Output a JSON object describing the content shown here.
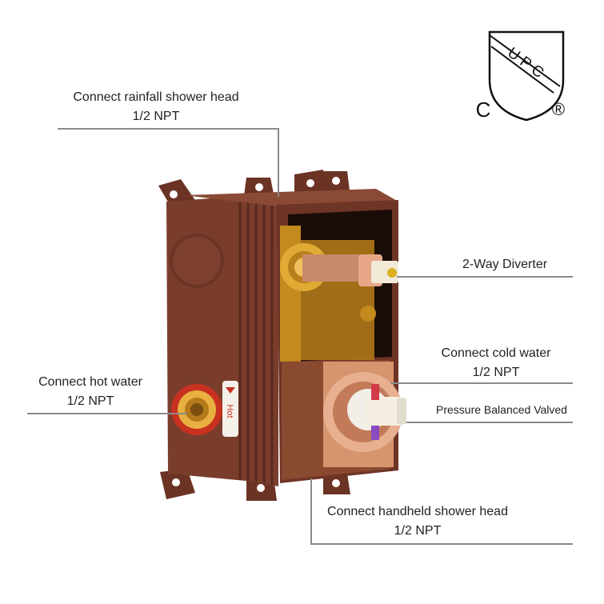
{
  "callouts": {
    "rainfall": {
      "line1": "Connect rainfall shower head",
      "line2": "1/2 NPT"
    },
    "diverter": {
      "line1": "2-Way Diverter"
    },
    "cold_water": {
      "line1": "Connect cold water",
      "line2": "1/2 NPT"
    },
    "pressure": {
      "line1": "Pressure Balanced Valved"
    },
    "hot_water": {
      "line1": "Connect hot water",
      "line2": "1/2 NPT"
    },
    "handheld": {
      "line1": "Connect handheld shower head",
      "line2": "1/2 NPT"
    }
  },
  "certification": {
    "shield_text": "U P C",
    "left_letter": "C",
    "registered": "®"
  },
  "product": {
    "port_marking": "Hot"
  },
  "colors": {
    "body": "#7a3d2c",
    "body_dark": "#5a2a1e",
    "brass": "#d9a12a",
    "rose_gold": "#d89a7a",
    "leader": "#8a8a8a"
  }
}
